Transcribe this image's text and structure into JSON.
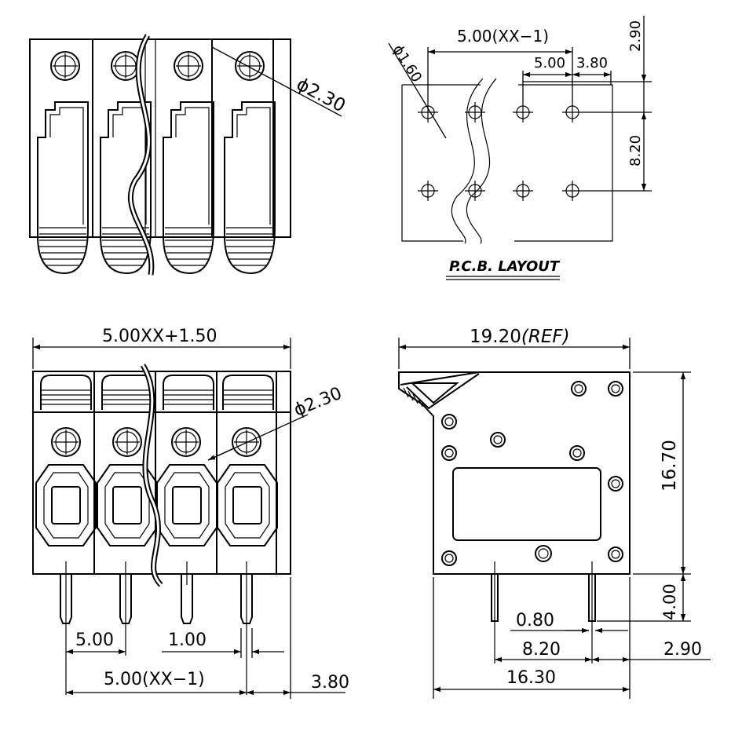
{
  "views": {
    "top_left": {
      "diameter_label": "ϕ2.30",
      "pole_count": 4
    },
    "pcb_layout": {
      "title": "P.C.B. LAYOUT",
      "pitch_total_label": "5.00(XX−1)",
      "pitch_label": "5.00",
      "offset_label": "3.80",
      "top_offset_label": "2.90",
      "row_spacing_label": "8.20",
      "hole_label": "ϕ1.60"
    },
    "front": {
      "width_label": "5.00XX+1.50",
      "diameter_label": "ϕ2.30",
      "pitch_label": "5.00",
      "pin_label": "1.00",
      "pitch_total_label": "5.00(XX−1)",
      "offset_label": "3.80"
    },
    "side": {
      "ref_label": "19.20",
      "ref_suffix": "(REF)",
      "height_label": "16.70",
      "pin_height_label": "4.00",
      "pin_width_label": "0.80",
      "row_spacing_label": "8.20",
      "offset_label": "2.90",
      "base_width_label": "16.30"
    }
  }
}
